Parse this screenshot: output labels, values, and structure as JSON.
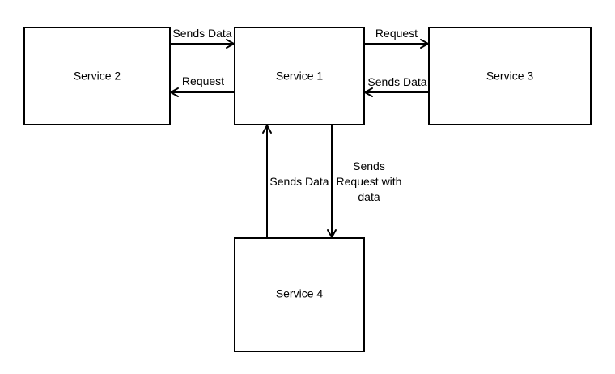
{
  "nodes": {
    "service1": {
      "label": "Service 1"
    },
    "service2": {
      "label": "Service 2"
    },
    "service3": {
      "label": "Service 3"
    },
    "service4": {
      "label": "Service 4"
    }
  },
  "edges": {
    "s2_to_s1": {
      "label": "Sends Data"
    },
    "s1_to_s2": {
      "label": "Request"
    },
    "s1_to_s3": {
      "label": "Request"
    },
    "s3_to_s1": {
      "label": "Sends Data"
    },
    "s4_to_s1": {
      "label": "Sends Data"
    },
    "s1_to_s4": {
      "label_lines": [
        "Sends",
        "Request with",
        "data"
      ]
    }
  }
}
